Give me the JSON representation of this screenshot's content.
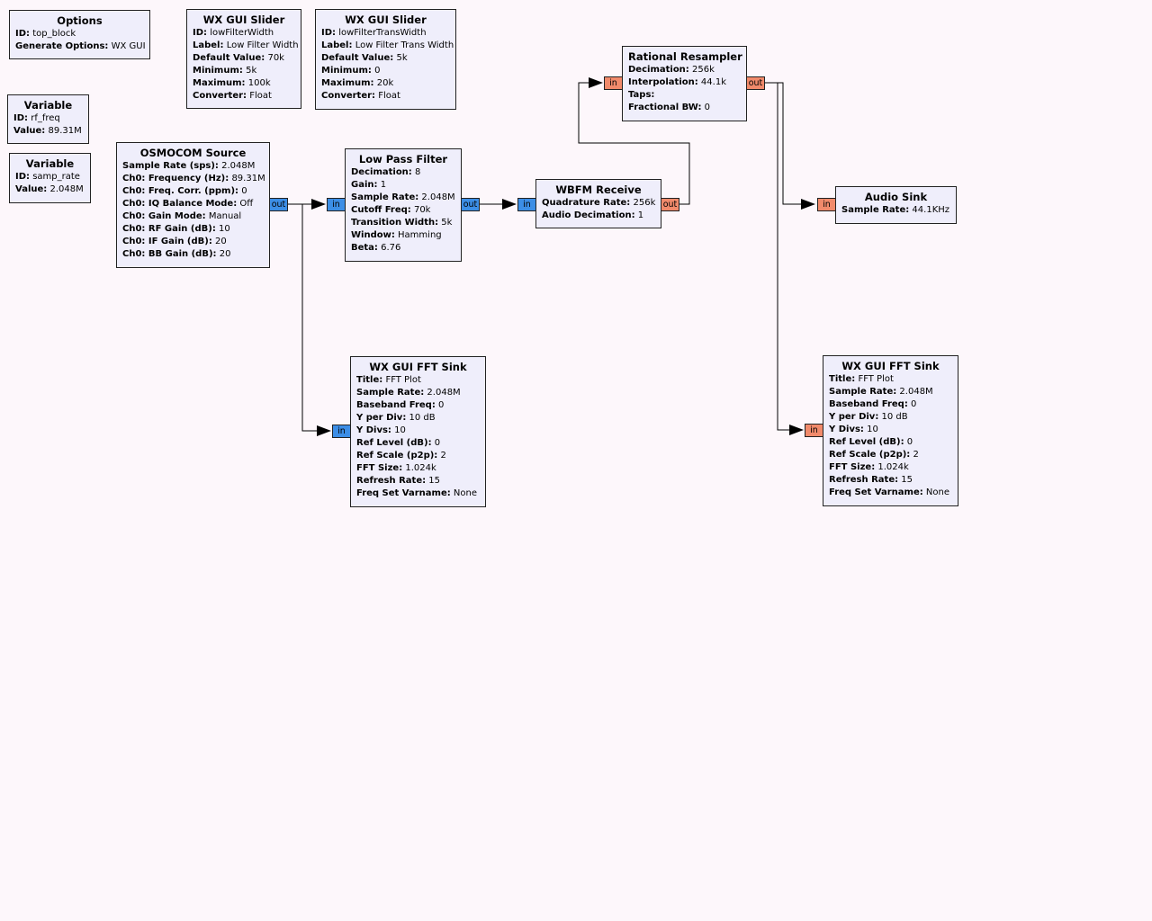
{
  "colors": {
    "background": "#fdf7fb",
    "block_fill": "#efeefb",
    "port_complex": "#3c8ee6",
    "port_float": "#f18a6b",
    "wire": "#000000"
  },
  "blocks": {
    "options": {
      "title": "Options",
      "params": [
        {
          "k": "ID:",
          "v": "top_block"
        },
        {
          "k": "Generate Options:",
          "v": "WX GUI"
        }
      ]
    },
    "slider1": {
      "title": "WX GUI Slider",
      "params": [
        {
          "k": "ID:",
          "v": "lowFilterWidth"
        },
        {
          "k": "Label:",
          "v": "Low Filter Width"
        },
        {
          "k": "Default Value:",
          "v": "70k"
        },
        {
          "k": "Minimum:",
          "v": "5k"
        },
        {
          "k": "Maximum:",
          "v": "100k"
        },
        {
          "k": "Converter:",
          "v": "Float"
        }
      ]
    },
    "slider2": {
      "title": "WX GUI Slider",
      "params": [
        {
          "k": "ID:",
          "v": "lowFilterTransWidth"
        },
        {
          "k": "Label:",
          "v": "Low Filter Trans Width"
        },
        {
          "k": "Default Value:",
          "v": "5k"
        },
        {
          "k": "Minimum:",
          "v": "0"
        },
        {
          "k": "Maximum:",
          "v": "20k"
        },
        {
          "k": "Converter:",
          "v": "Float"
        }
      ]
    },
    "var_rf": {
      "title": "Variable",
      "params": [
        {
          "k": "ID:",
          "v": "rf_freq"
        },
        {
          "k": "Value:",
          "v": "89.31M"
        }
      ]
    },
    "var_samp": {
      "title": "Variable",
      "params": [
        {
          "k": "ID:",
          "v": "samp_rate"
        },
        {
          "k": "Value:",
          "v": "2.048M"
        }
      ]
    },
    "osmocom": {
      "title": "OSMOCOM Source",
      "params": [
        {
          "k": "Sample Rate (sps):",
          "v": "2.048M"
        },
        {
          "k": "Ch0: Frequency (Hz):",
          "v": "89.31M"
        },
        {
          "k": "Ch0: Freq. Corr. (ppm):",
          "v": "0"
        },
        {
          "k": "Ch0: IQ Balance Mode:",
          "v": "Off"
        },
        {
          "k": "Ch0: Gain Mode:",
          "v": "Manual"
        },
        {
          "k": "Ch0: RF Gain (dB):",
          "v": "10"
        },
        {
          "k": "Ch0: IF Gain (dB):",
          "v": "20"
        },
        {
          "k": "Ch0: BB Gain (dB):",
          "v": "20"
        }
      ]
    },
    "lpf": {
      "title": "Low Pass Filter",
      "params": [
        {
          "k": "Decimation:",
          "v": "8"
        },
        {
          "k": "Gain:",
          "v": "1"
        },
        {
          "k": "Sample Rate:",
          "v": "2.048M"
        },
        {
          "k": "Cutoff Freq:",
          "v": "70k"
        },
        {
          "k": "Transition Width:",
          "v": "5k"
        },
        {
          "k": "Window:",
          "v": "Hamming"
        },
        {
          "k": "Beta:",
          "v": "6.76"
        }
      ]
    },
    "wbfm": {
      "title": "WBFM Receive",
      "params": [
        {
          "k": "Quadrature Rate:",
          "v": "256k"
        },
        {
          "k": "Audio Decimation:",
          "v": "1"
        }
      ]
    },
    "resampler": {
      "title": "Rational Resampler",
      "params": [
        {
          "k": "Decimation:",
          "v": "256k"
        },
        {
          "k": "Interpolation:",
          "v": "44.1k"
        },
        {
          "k": "Taps:",
          "v": ""
        },
        {
          "k": "Fractional BW:",
          "v": "0"
        }
      ]
    },
    "audio": {
      "title": "Audio Sink",
      "params": [
        {
          "k": "Sample Rate:",
          "v": "44.1KHz"
        }
      ]
    },
    "fft1": {
      "title": "WX GUI FFT Sink",
      "params": [
        {
          "k": "Title:",
          "v": "FFT Plot"
        },
        {
          "k": "Sample Rate:",
          "v": "2.048M"
        },
        {
          "k": "Baseband Freq:",
          "v": "0"
        },
        {
          "k": "Y per Div:",
          "v": "10 dB"
        },
        {
          "k": "Y Divs:",
          "v": "10"
        },
        {
          "k": "Ref Level (dB):",
          "v": "0"
        },
        {
          "k": "Ref Scale (p2p):",
          "v": "2"
        },
        {
          "k": "FFT Size:",
          "v": "1.024k"
        },
        {
          "k": "Refresh Rate:",
          "v": "15"
        },
        {
          "k": "Freq Set Varname:",
          "v": "None"
        }
      ]
    },
    "fft2": {
      "title": "WX GUI FFT Sink",
      "params": [
        {
          "k": "Title:",
          "v": "FFT Plot"
        },
        {
          "k": "Sample Rate:",
          "v": "2.048M"
        },
        {
          "k": "Baseband Freq:",
          "v": "0"
        },
        {
          "k": "Y per Div:",
          "v": "10 dB"
        },
        {
          "k": "Y Divs:",
          "v": "10"
        },
        {
          "k": "Ref Level (dB):",
          "v": "0"
        },
        {
          "k": "Ref Scale (p2p):",
          "v": "2"
        },
        {
          "k": "FFT Size:",
          "v": "1.024k"
        },
        {
          "k": "Refresh Rate:",
          "v": "15"
        },
        {
          "k": "Freq Set Varname:",
          "v": "None"
        }
      ]
    }
  },
  "ports": {
    "osmocom_out": "out",
    "lpf_in": "in",
    "lpf_out": "out",
    "wbfm_in": "in",
    "wbfm_out": "out",
    "resampler_in": "in",
    "resampler_out": "out",
    "audio_in": "in",
    "fft1_in": "in",
    "fft2_in": "in"
  }
}
